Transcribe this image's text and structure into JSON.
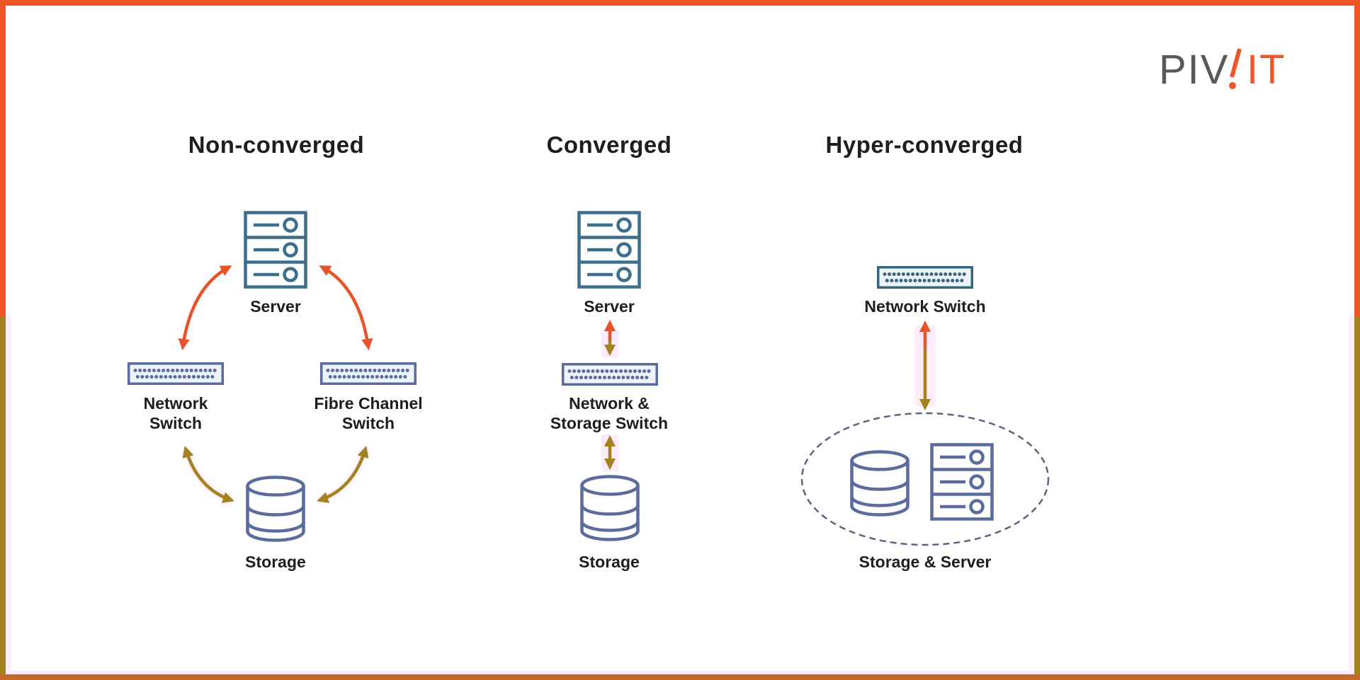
{
  "logo": {
    "gray": "PIV",
    "orange": "IT"
  },
  "columns": [
    {
      "title": "Non-converged",
      "server_label": "Server",
      "left_switch": {
        "line1": "Network",
        "line2": "Switch"
      },
      "right_switch": {
        "line1": "Fibre Channel",
        "line2": "Switch"
      },
      "storage_label": "Storage"
    },
    {
      "title": "Converged",
      "server_label": "Server",
      "switch": {
        "line1": "Network &",
        "line2": "Storage Switch"
      },
      "storage_label": "Storage"
    },
    {
      "title": "Hyper-converged",
      "switch_label": "Network Switch",
      "cluster_label": "Storage & Server"
    }
  ],
  "icons": {
    "server": "server-icon",
    "network_switch": "network-switch-icon",
    "storage": "storage-cylinder-icon",
    "arrow": "two-way-arrow",
    "cluster": "dashed-cluster-ellipse"
  },
  "colors": {
    "orange": "#ea5329",
    "olive": "#a5811f",
    "border-top": "#ee5428",
    "border-bottom": "#c16a2a",
    "teal": "#3c6e8e",
    "blue": "#5a6b9e",
    "switch-teal": "#35687f",
    "switch-fill": "#edf3f9",
    "dash": "#5b6580",
    "ink": "#1e1e1e",
    "logo-gray": "#58595b",
    "logo-orange": "#f0552a",
    "pink": "#fcebfa"
  }
}
